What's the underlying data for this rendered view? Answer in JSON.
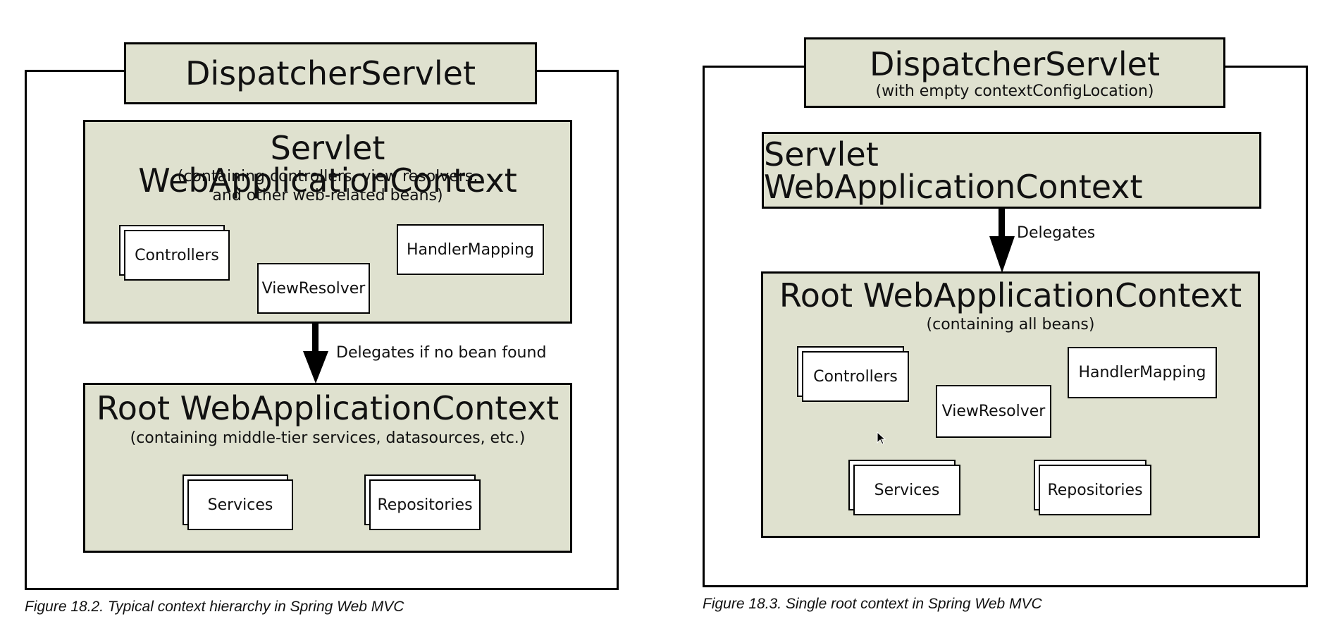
{
  "figures": [
    {
      "dispatcher_title": "DispatcherServlet",
      "servlet_ctx": {
        "title": "Servlet WebApplicationContext",
        "subtitle_1": "(containing controllers, view resolvers,",
        "subtitle_2": "and other web-related beans)",
        "beans": [
          "Controllers",
          "ViewResolver",
          "HandlerMapping"
        ]
      },
      "arrow_label": "Delegates if no bean found",
      "root_ctx": {
        "title": "Root WebApplicationContext",
        "subtitle": "(containing middle-tier services, datasources, etc.)",
        "beans": [
          "Services",
          "Repositories"
        ]
      },
      "caption": "Figure 18.2. Typical context hierarchy in Spring Web MVC"
    },
    {
      "dispatcher_title": "DispatcherServlet",
      "dispatcher_subtitle": "(with empty contextConfigLocation)",
      "servlet_ctx": {
        "title": "Servlet WebApplicationContext"
      },
      "arrow_label": "Delegates",
      "root_ctx": {
        "title": "Root WebApplicationContext",
        "subtitle": "(containing all beans)",
        "beans": [
          "Controllers",
          "ViewResolver",
          "HandlerMapping",
          "Services",
          "Repositories"
        ]
      },
      "caption": "Figure 18.3. Single root context in Spring Web MVC"
    }
  ]
}
